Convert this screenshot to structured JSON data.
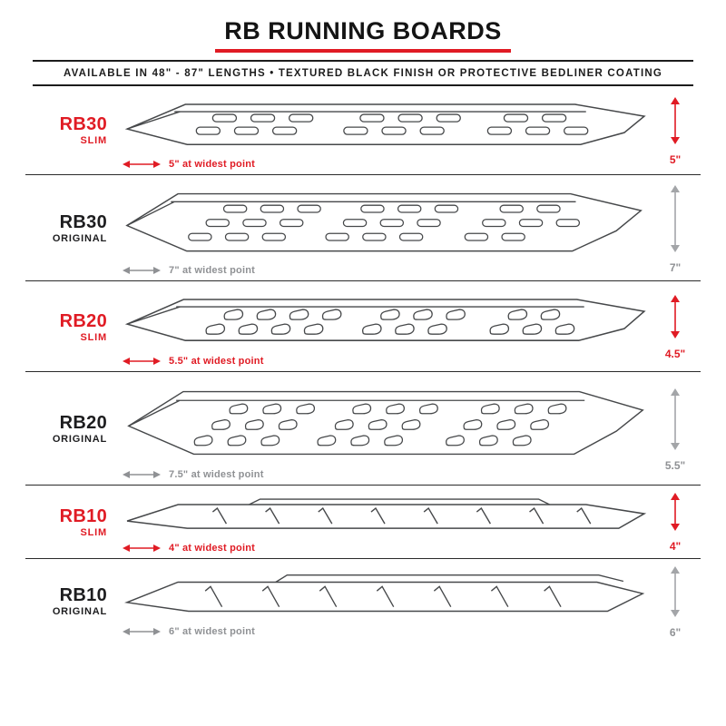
{
  "header": {
    "title": "RB RUNNING BOARDS",
    "subtitle": "AVAILABLE IN 48\" - 87\" LENGTHS   •   TEXTURED BLACK FINISH OR PROTECTIVE BEDLINER COATING"
  },
  "colors": {
    "accent_red": "#e01b24",
    "ink": "#1d1d1f",
    "measure_gray": "#9fa1a4",
    "line_gray": "#46484a"
  },
  "rows": [
    {
      "model": "RB30",
      "variant": "SLIM",
      "style": "slim",
      "width_label": "5\" at widest point",
      "height_label": "5\""
    },
    {
      "model": "RB30",
      "variant": "ORIGINAL",
      "style": "original",
      "width_label": "7\" at widest point",
      "height_label": "7\""
    },
    {
      "model": "RB20",
      "variant": "SLIM",
      "style": "slim",
      "width_label": "5.5\" at widest point",
      "height_label": "4.5\""
    },
    {
      "model": "RB20",
      "variant": "ORIGINAL",
      "style": "original",
      "width_label": "7.5\" at widest point",
      "height_label": "5.5\""
    },
    {
      "model": "RB10",
      "variant": "SLIM",
      "style": "slim",
      "width_label": "4\" at widest point",
      "height_label": "4\""
    },
    {
      "model": "RB10",
      "variant": "ORIGINAL",
      "style": "original",
      "width_label": "6\" at widest point",
      "height_label": "6\""
    }
  ]
}
